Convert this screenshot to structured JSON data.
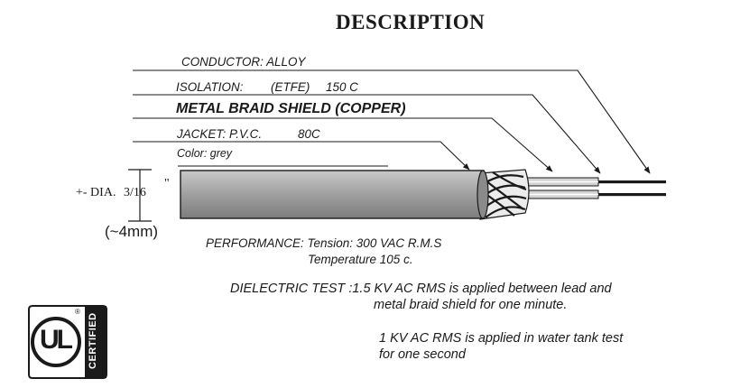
{
  "title": "DESCRIPTION",
  "labels": {
    "conductor": "CONDUCTOR:   ALLOY",
    "isolation_name": "ISOLATION:",
    "isolation_material": "(ETFE)",
    "isolation_temp": "150 C",
    "shield": "METAL BRAID SHIELD (COPPER)",
    "jacket_name": "JACKET: P.V.C.",
    "jacket_temp": "80C",
    "color": "Color: grey"
  },
  "dimension": {
    "diameter_label": "+- DIA.",
    "diameter_value": "3/16",
    "inch_mark": "\"",
    "metric": "(~4mm)"
  },
  "performance": {
    "tension": "PERFORMANCE: Tension:  300 VAC R.M.S",
    "temperature": "Temperature  105 c."
  },
  "dielectric": {
    "line1": "DIELECTRIC TEST :1.5 KV AC RMS is applied between lead and",
    "line2": "metal braid shield for one minute.",
    "line3": "1  KV AC RMS is applied in water tank test",
    "line4": "for one second"
  },
  "logo": {
    "letters": "UL",
    "side_text": "CERTIFIED",
    "registered": "®"
  },
  "colors": {
    "ink": "#1a1a1a",
    "jacket_grey": "#a9a9a9",
    "braid_light": "#e6e6e6",
    "wire_light": "#cfcfcf"
  }
}
